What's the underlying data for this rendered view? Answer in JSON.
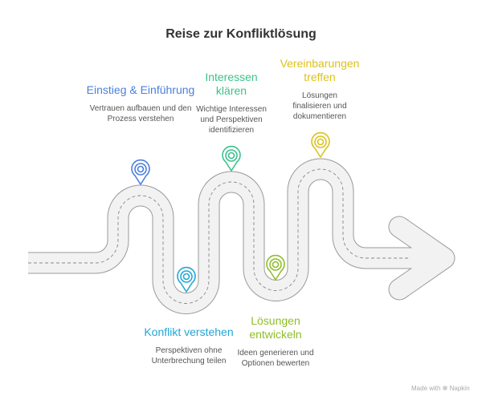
{
  "title": "Reise zur Konfliktlösung",
  "stages": [
    {
      "title": "Einstieg & Einführung",
      "desc": "Vertrauen aufbauen und den Prozess verstehen",
      "color": "#4a7fdc"
    },
    {
      "title": "Konflikt verstehen",
      "desc": "Perspektiven ohne Unterbrechung teilen",
      "color": "#23a6d5"
    },
    {
      "title": "Interessen klären",
      "desc": "Wichtige Interessen und Perspektiven identifizieren",
      "color": "#3cc28a"
    },
    {
      "title": "Lösungen entwickeln",
      "desc": "Ideen generieren und Optionen bewerten",
      "color": "#8fbe2a"
    },
    {
      "title": "Vereinbarungen treffen",
      "desc": "Lösungen finalisieren und dokumentieren",
      "color": "#dcc21a"
    }
  ],
  "footer": "Made with ✻ Napkin"
}
